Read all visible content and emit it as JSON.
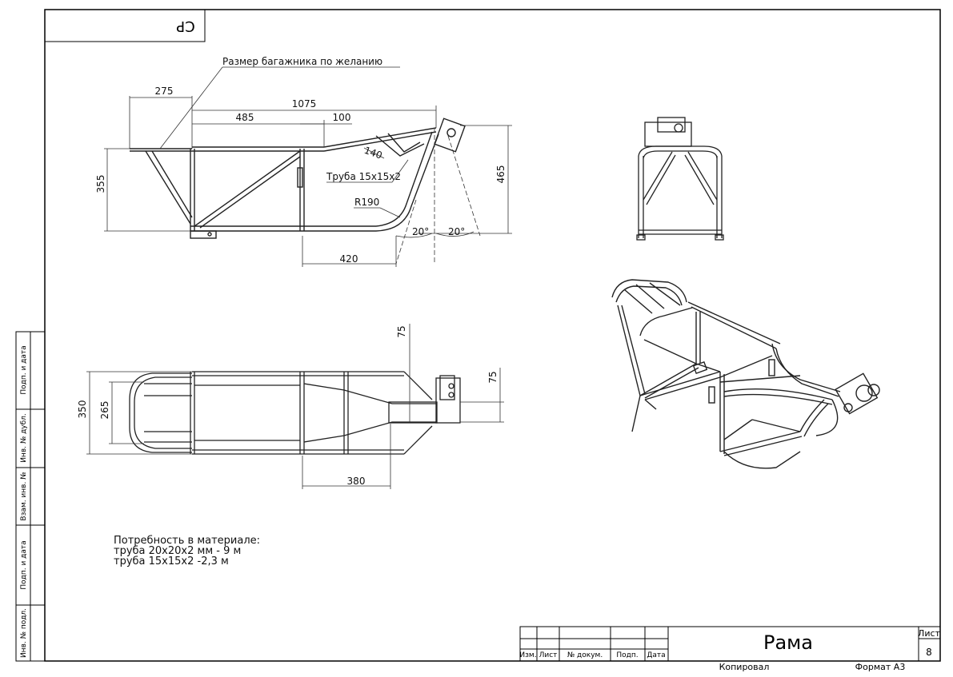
{
  "sheet": {
    "code": "СР",
    "title": "Рама",
    "sheet_label": "Лист",
    "sheet_number": "8",
    "copied": "Копировал",
    "format": "Формат А3"
  },
  "title_block": {
    "cols": [
      "Изм.",
      "Лист",
      "№ докум.",
      "Подп.",
      "Дата"
    ]
  },
  "side_strip": [
    "Инв. № подл.",
    "Подп. и дата",
    "Взам. инв. №",
    "Инв. № дубл.",
    "Подп. и дата"
  ],
  "side_view": {
    "trunk_note": "Размер багажника по желанию",
    "dims": [
      "275",
      "1075",
      "485",
      "100",
      "140",
      "465",
      "355",
      "420"
    ],
    "tube_note": "Труба 15х15х2",
    "radius": "R190",
    "angle_left": "20°",
    "angle_right": "20°"
  },
  "top_view": {
    "dims": [
      "75",
      "75",
      "350",
      "265",
      "380"
    ]
  },
  "material": {
    "heading": "Потребность в материале:",
    "line1": "труба 20х20х2 мм - 9 м",
    "line2": "труба 15х15х2 -2,3 м"
  }
}
